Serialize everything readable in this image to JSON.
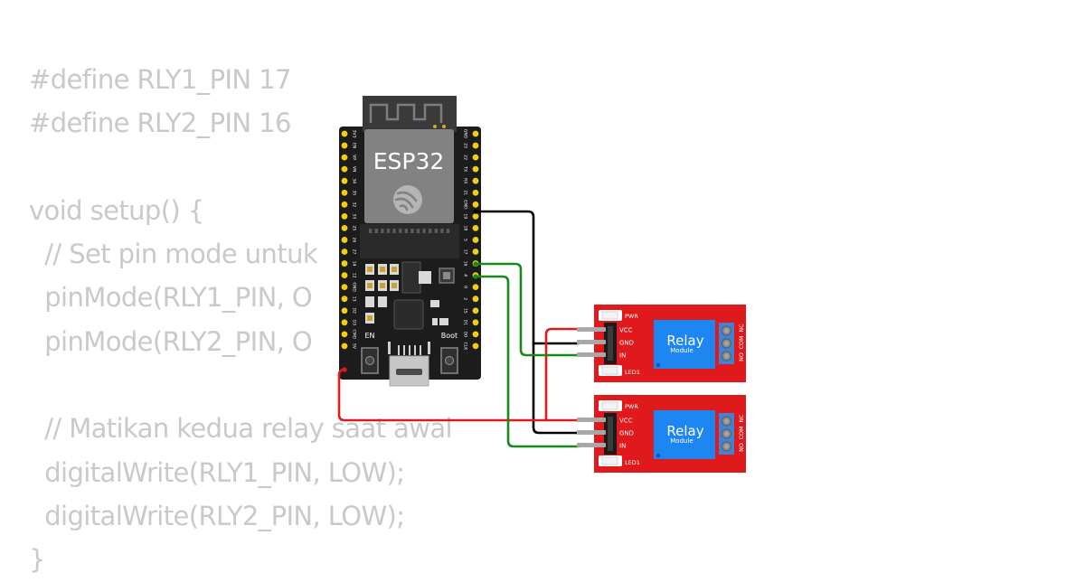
{
  "code": {
    "lines": [
      "#define RLY1_PIN 17",
      "#define RLY2_PIN 16",
      "",
      "void setup() {",
      "  // Set pin mode untuk",
      "  pinMode(RLY1_PIN, O",
      "  pinMode(RLY2_PIN, O",
      "",
      "  // Matikan kedua relay saat awal",
      "  digitalWrite(RLY1_PIN, LOW);",
      "  digitalWrite(RLY2_PIN, LOW);",
      "}"
    ]
  },
  "board": {
    "label": "ESP32",
    "button_en": "EN",
    "button_boot": "Boot",
    "left_pins": [
      "3V3",
      "EN",
      "VP",
      "VN",
      "34",
      "35",
      "32",
      "33",
      "25",
      "26",
      "27",
      "14",
      "12",
      "GND",
      "13",
      "D2",
      "D3",
      "CMD",
      "5V"
    ],
    "right_pins": [
      "GND",
      "23",
      "22",
      "TX",
      "RX",
      "21",
      "GND",
      "19",
      "18",
      "5",
      "17",
      "16",
      "4",
      "0",
      "2",
      "15",
      "D1",
      "D0",
      "CLK"
    ]
  },
  "relays": [
    {
      "title": "Relay",
      "subtitle": "Module",
      "pins": [
        "VCC",
        "GND",
        "IN"
      ],
      "led_pwr": "PWR",
      "led_status": "LED1",
      "terminals": [
        "NO",
        "COM",
        "NC"
      ]
    },
    {
      "title": "Relay",
      "subtitle": "Module",
      "pins": [
        "VCC",
        "GND",
        "IN"
      ],
      "led_pwr": "PWR",
      "led_status": "LED1",
      "terminals": [
        "NO",
        "COM",
        "NC"
      ]
    }
  ],
  "colors": {
    "code_text": "#c9c9c9",
    "board": "#1c1c1c",
    "pin_header": "#f2cf12",
    "relay_board": "#e0191d",
    "relay_coil": "#1e86f0",
    "terminal": "#3d84d9",
    "wire_power": "#e01b1b",
    "wire_ground": "#000000",
    "wire_signal": "#188a18"
  }
}
